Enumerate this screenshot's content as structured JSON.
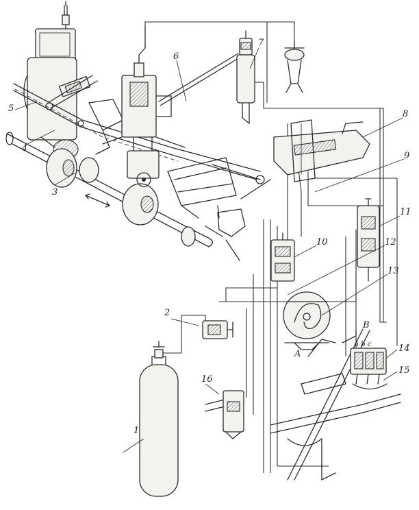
{
  "callouts": [
    {
      "id": "1",
      "text": "1"
    },
    {
      "id": "2",
      "text": "2"
    },
    {
      "id": "3",
      "text": "3"
    },
    {
      "id": "4",
      "text": "4"
    },
    {
      "id": "5",
      "text": "5"
    },
    {
      "id": "6",
      "text": "6"
    },
    {
      "id": "7",
      "text": "7"
    },
    {
      "id": "8",
      "text": "8"
    },
    {
      "id": "9",
      "text": "9"
    },
    {
      "id": "10",
      "text": "10"
    },
    {
      "id": "11",
      "text": "11"
    },
    {
      "id": "12",
      "text": "12"
    },
    {
      "id": "13",
      "text": "13"
    },
    {
      "id": "14",
      "text": "14"
    },
    {
      "id": "15",
      "text": "15"
    },
    {
      "id": "16",
      "text": "16"
    }
  ],
  "letters": {
    "a": "A",
    "b": "B",
    "abc": "a b c"
  }
}
